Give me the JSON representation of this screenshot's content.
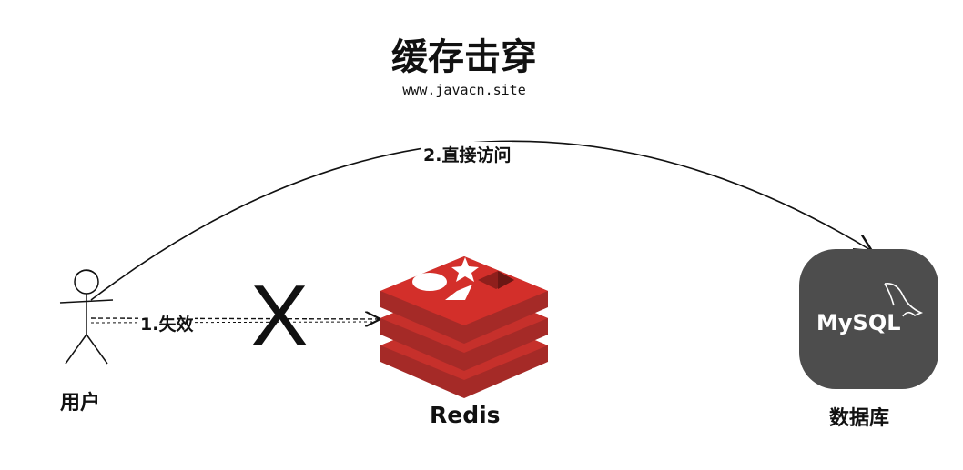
{
  "title": "缓存击穿",
  "site": "www.javacn.site",
  "nodes": {
    "user": "用户",
    "redis": "Redis",
    "database": "数据库",
    "mysql_logo": "MySQL"
  },
  "edges": {
    "direct": "2.直接访问",
    "miss": "1.失效",
    "blocked_mark": "X"
  },
  "colors": {
    "redis": "#c6302b",
    "mysql_bg": "#4d4d4d"
  }
}
